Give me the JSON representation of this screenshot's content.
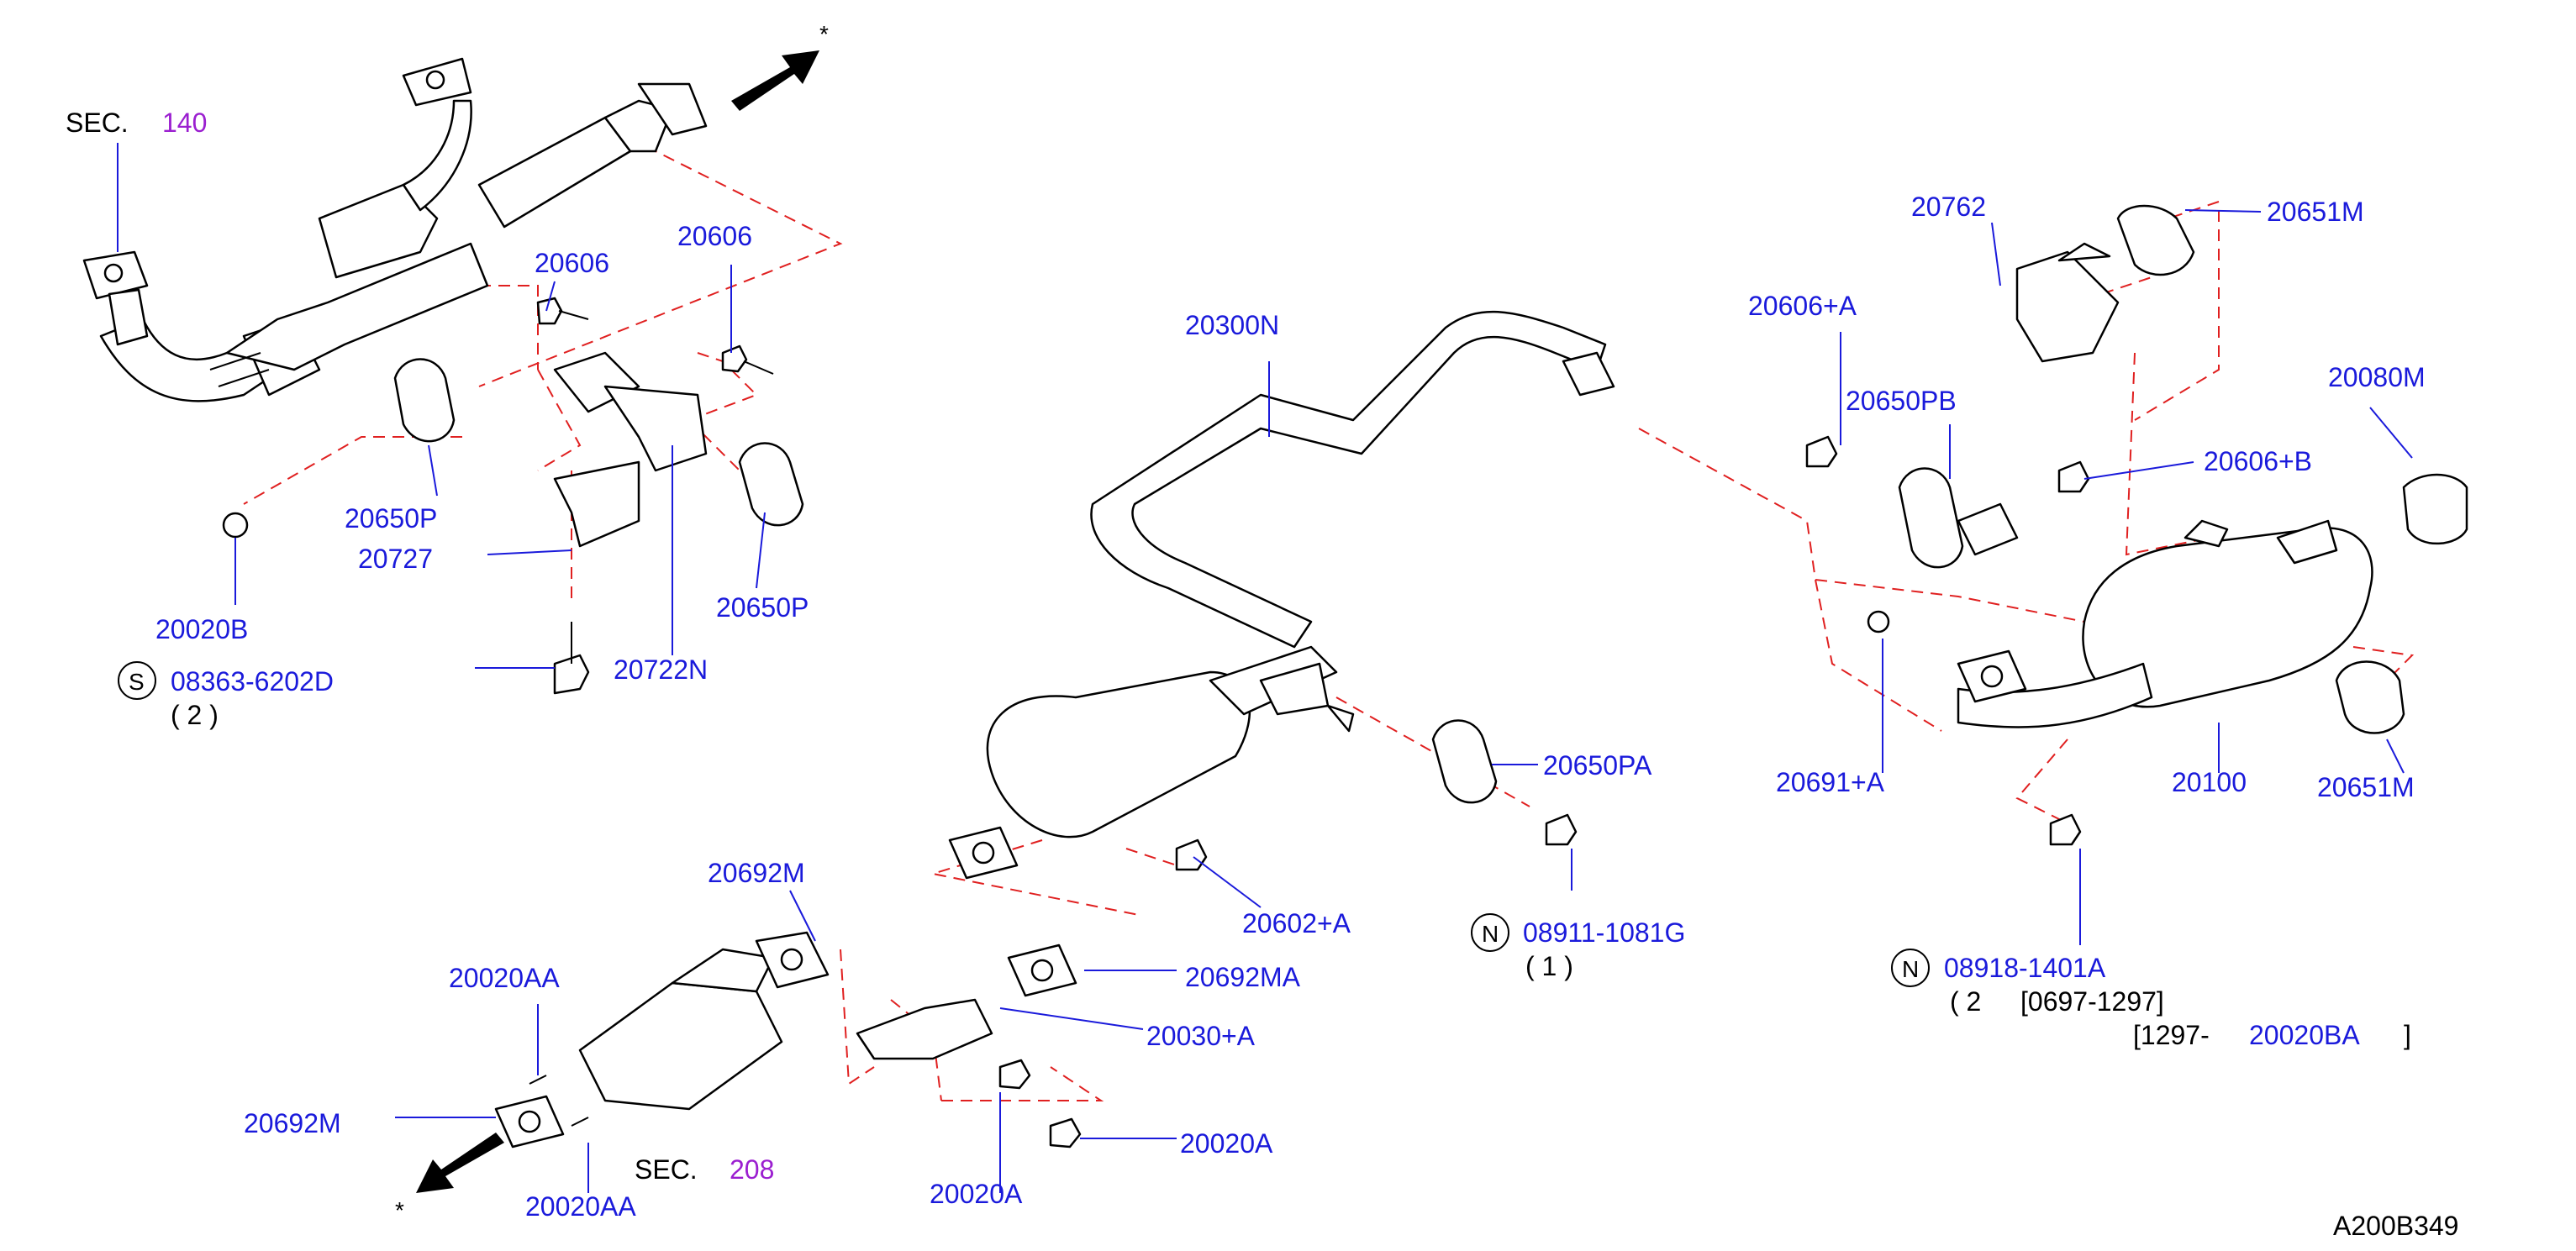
{
  "colors": {
    "part_number": "#1a1adb",
    "section_ref": "#9b1fd0",
    "dashed_line": "#e02020",
    "drawing": "#000000"
  },
  "callouts": {
    "sec140_prefix": "SEC.",
    "sec140_num": "140",
    "sec208_prefix": "SEC.",
    "sec208_num": "208",
    "p20606_a": "20606",
    "p20606_b": "20606",
    "p20650P_a": "20650P",
    "p20727": "20727",
    "p20650P_b": "20650P",
    "p20020B": "20020B",
    "p08363_s": "S",
    "p08363": "08363-6202D",
    "p08363_qty": "( 2 )",
    "p20722N": "20722N",
    "p20300N": "20300N",
    "p20650PA": "20650PA",
    "p20602A": "20602+A",
    "p08911_n": "N",
    "p08911": "08911-1081G",
    "p08911_qty": "( 1 )",
    "p20692M_top": "20692M",
    "p20020AA_top": "20020AA",
    "p20692MA": "20692MA",
    "p20030A": "20030+A",
    "p20692M_left": "20692M",
    "p20020A_right": "20020A",
    "p20020AA_bottom": "20020AA",
    "p20020A_bottom": "20020A",
    "p20762": "20762",
    "p20651M_top": "20651M",
    "p20606A": "20606+A",
    "p20650PB": "20650PB",
    "p20080M": "20080M",
    "p20606B": "20606+B",
    "p20691A": "20691+A",
    "p20100": "20100",
    "p20651M_bottom": "20651M",
    "p08918_n": "N",
    "p08918": "08918-1401A",
    "p08918_qty": "( 2",
    "p08918_range1": "[0697-1297]",
    "p08918_range2_open": "[1297-",
    "p08918_alt": "20020BA",
    "p08918_range2_close": "]",
    "asterisk_top": "*",
    "asterisk_bottom": "*",
    "drawing_code": "A200B349"
  }
}
